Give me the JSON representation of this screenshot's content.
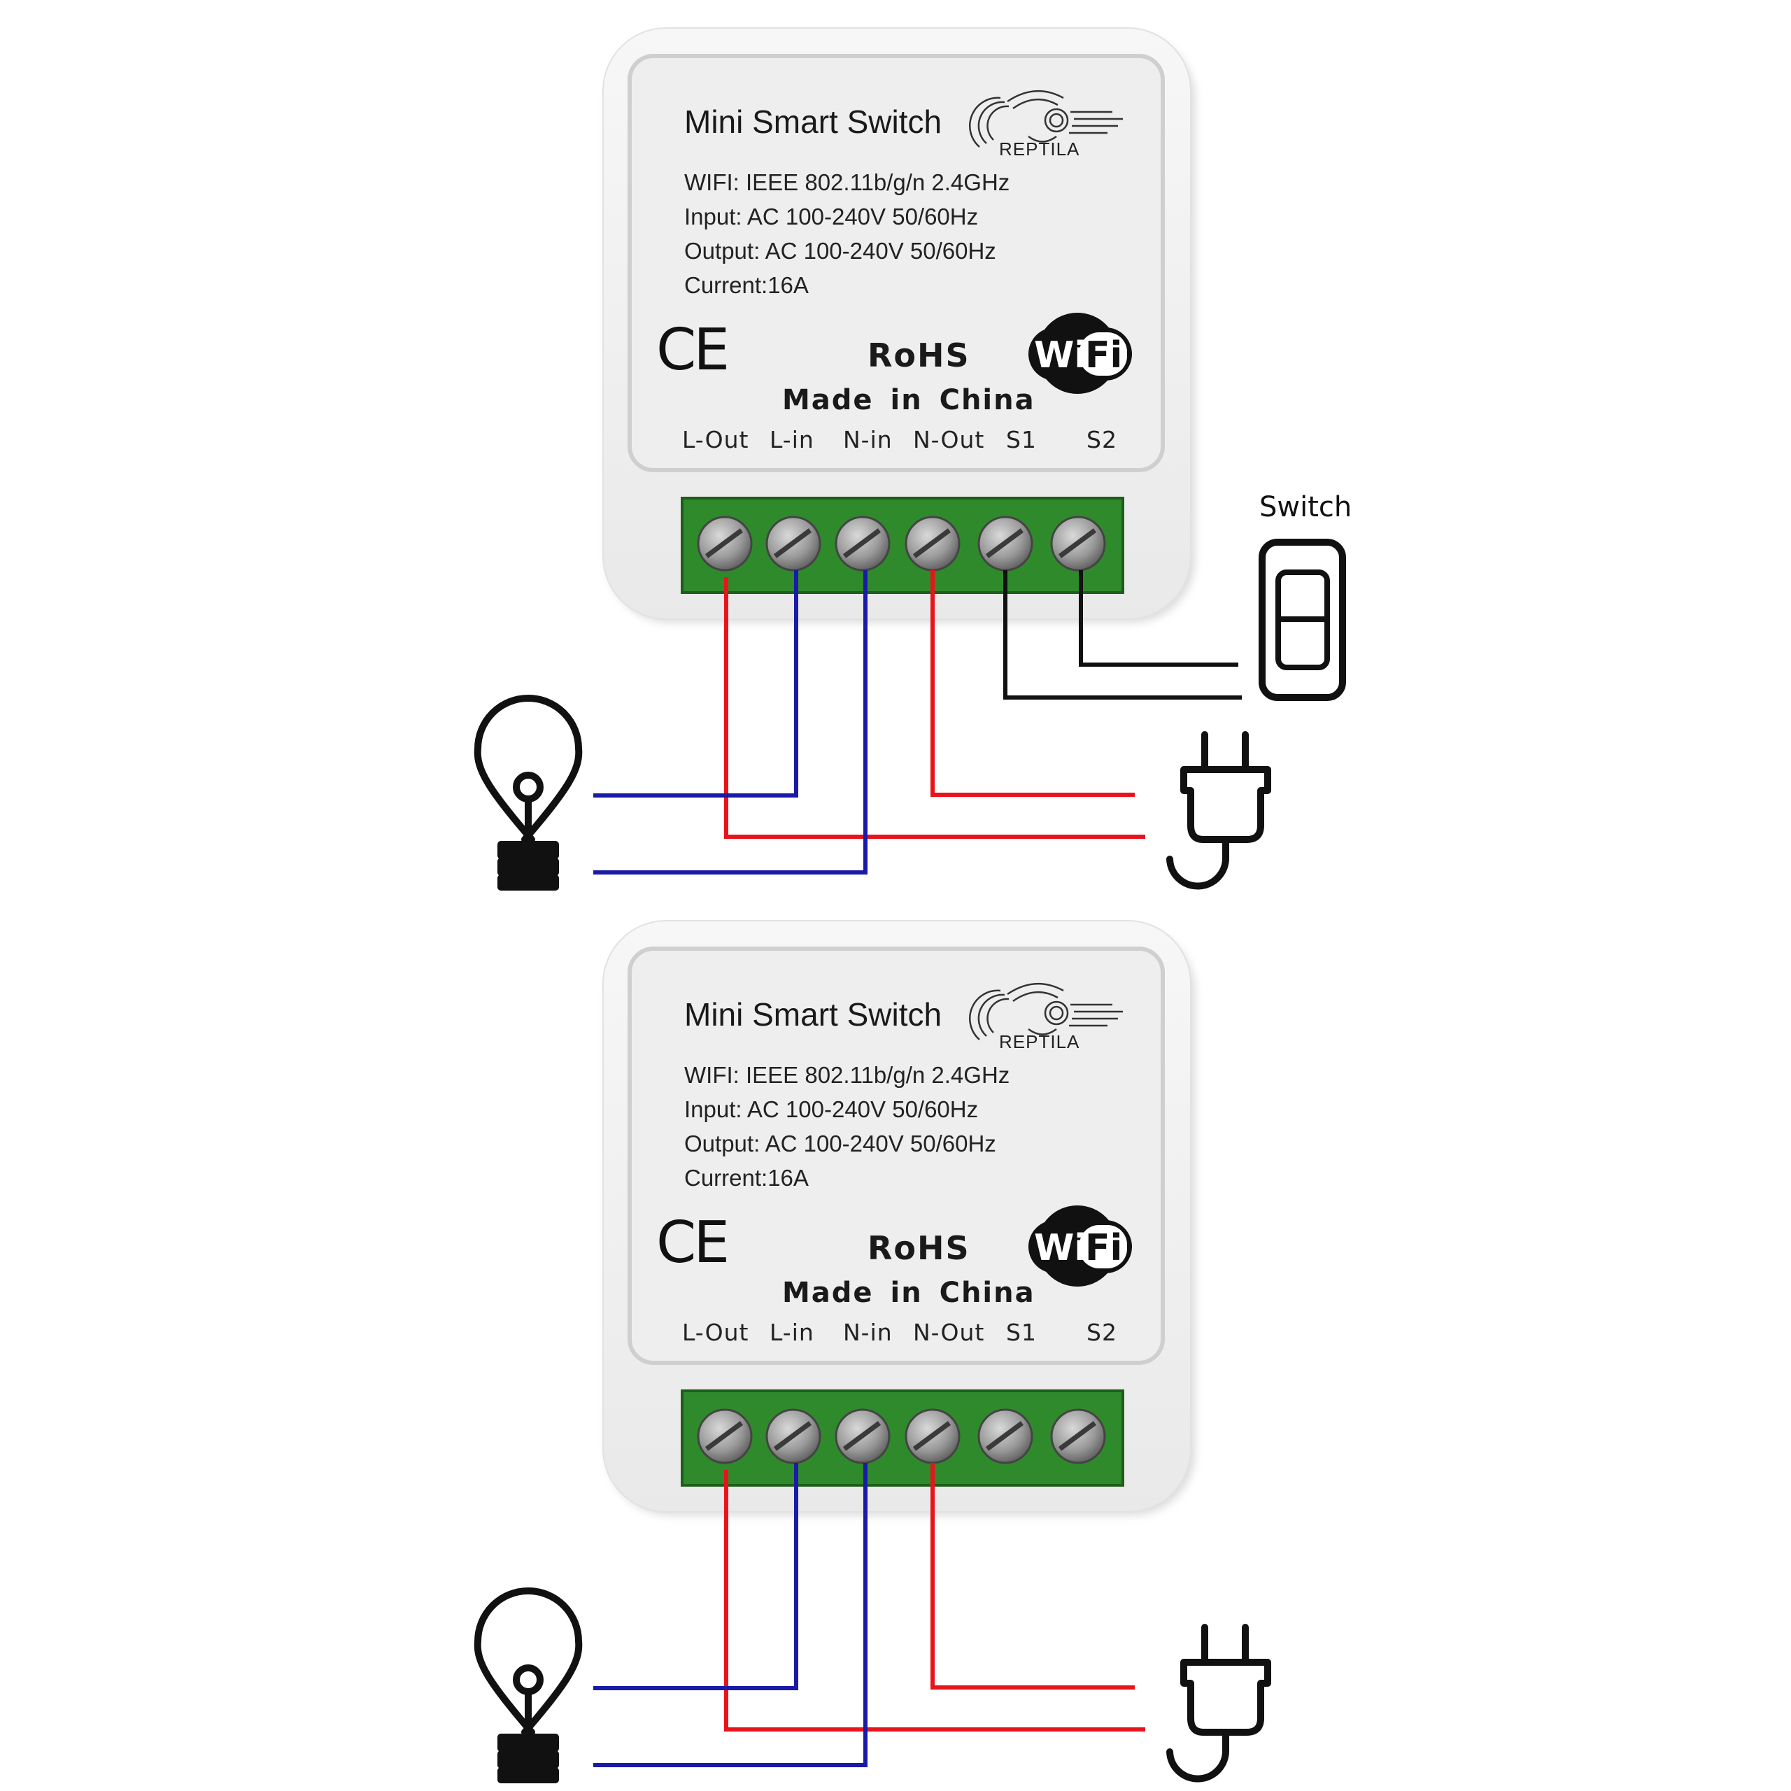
{
  "diagrams": [
    {
      "module": {
        "title": "Mini Smart Switch",
        "brand": "REPTILA",
        "specs": [
          "WIFI: IEEE 802.11b/g/n 2.4GHz",
          "Input: AC 100-240V 50/60Hz",
          "Output: AC 100-240V 50/60Hz",
          "Current:16A"
        ],
        "ce_mark": "CE",
        "rohs": "RoHS",
        "made_in": "Made in China",
        "wifi_logo": {
          "wi": "Wi",
          "fi": "Fi"
        },
        "terminals": [
          "L-Out",
          "L-in",
          "N-in",
          "N-Out",
          "S1",
          "S2"
        ]
      },
      "switch_label": "Switch",
      "has_switch": true
    },
    {
      "module": {
        "title": "Mini Smart Switch",
        "brand": "REPTILA",
        "specs": [
          "WIFI: IEEE 802.11b/g/n 2.4GHz",
          "Input: AC 100-240V 50/60Hz",
          "Output: AC 100-240V 50/60Hz",
          "Current:16A"
        ],
        "ce_mark": "CE",
        "rohs": "RoHS",
        "made_in": "Made in China",
        "wifi_logo": {
          "wi": "Wi",
          "fi": "Fi"
        },
        "terminals": [
          "L-Out",
          "L-in",
          "N-in",
          "N-Out",
          "S1",
          "S2"
        ]
      },
      "has_switch": false
    }
  ],
  "colors": {
    "live_wire": "#e8141c",
    "neutral_wire": "#1a1aa8",
    "switch_wire": "#111111",
    "terminal_block": "#2f8a2b",
    "module_body": "#f3f3f3",
    "label_panel": "#eeeeee"
  },
  "icons": [
    "light-bulb-icon",
    "power-plug-icon",
    "wall-switch-icon",
    "ce-mark-icon",
    "wifi-logo-icon",
    "reptila-logo-icon"
  ]
}
